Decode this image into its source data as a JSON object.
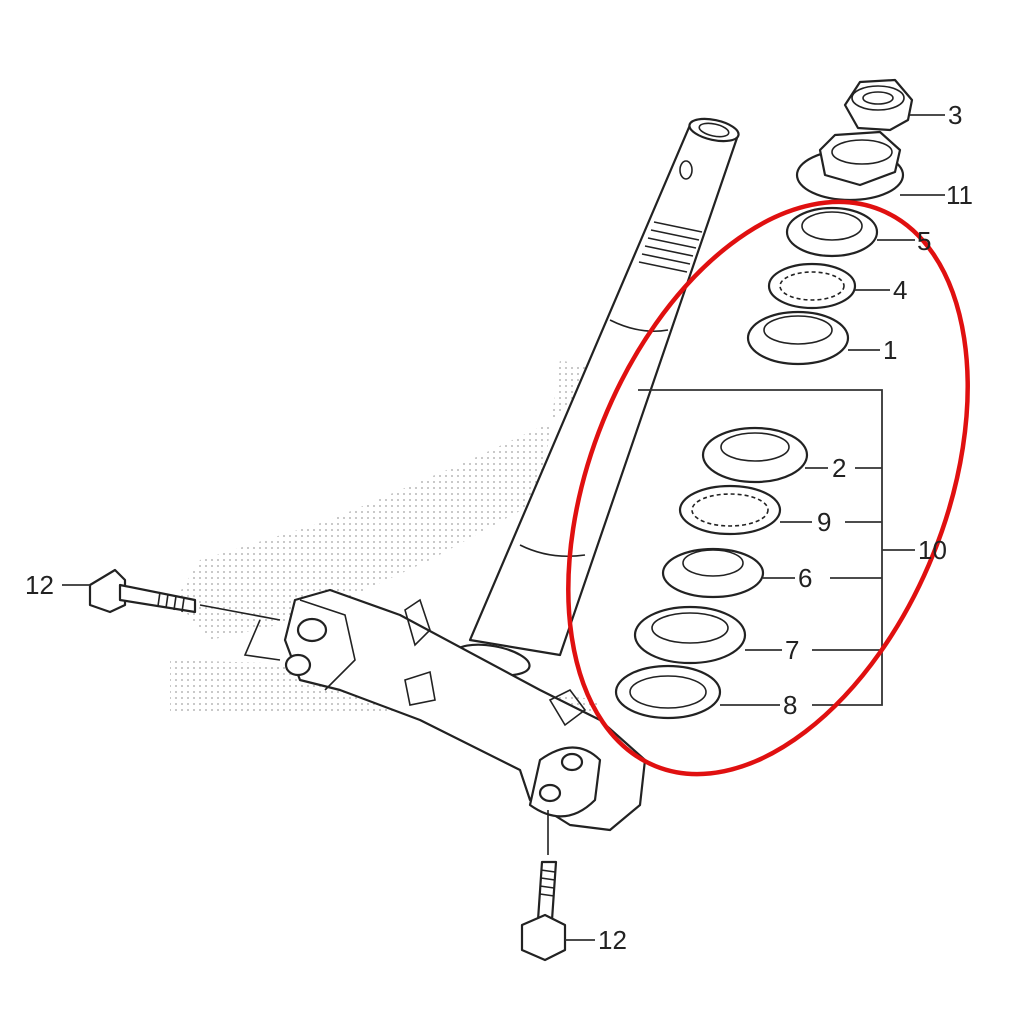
{
  "diagram": {
    "highlight_color": "#e01010",
    "parts": [
      {
        "id": "part-3",
        "label": "3"
      },
      {
        "id": "part-11",
        "label": "11"
      },
      {
        "id": "part-5",
        "label": "5"
      },
      {
        "id": "part-4",
        "label": "4"
      },
      {
        "id": "part-1",
        "label": "1"
      },
      {
        "id": "part-2",
        "label": "2"
      },
      {
        "id": "part-9",
        "label": "9"
      },
      {
        "id": "part-10",
        "label": "10"
      },
      {
        "id": "part-6",
        "label": "6"
      },
      {
        "id": "part-7",
        "label": "7"
      },
      {
        "id": "part-8",
        "label": "8"
      },
      {
        "id": "part-12-upper",
        "label": "12"
      },
      {
        "id": "part-12-lower",
        "label": "12"
      }
    ]
  }
}
